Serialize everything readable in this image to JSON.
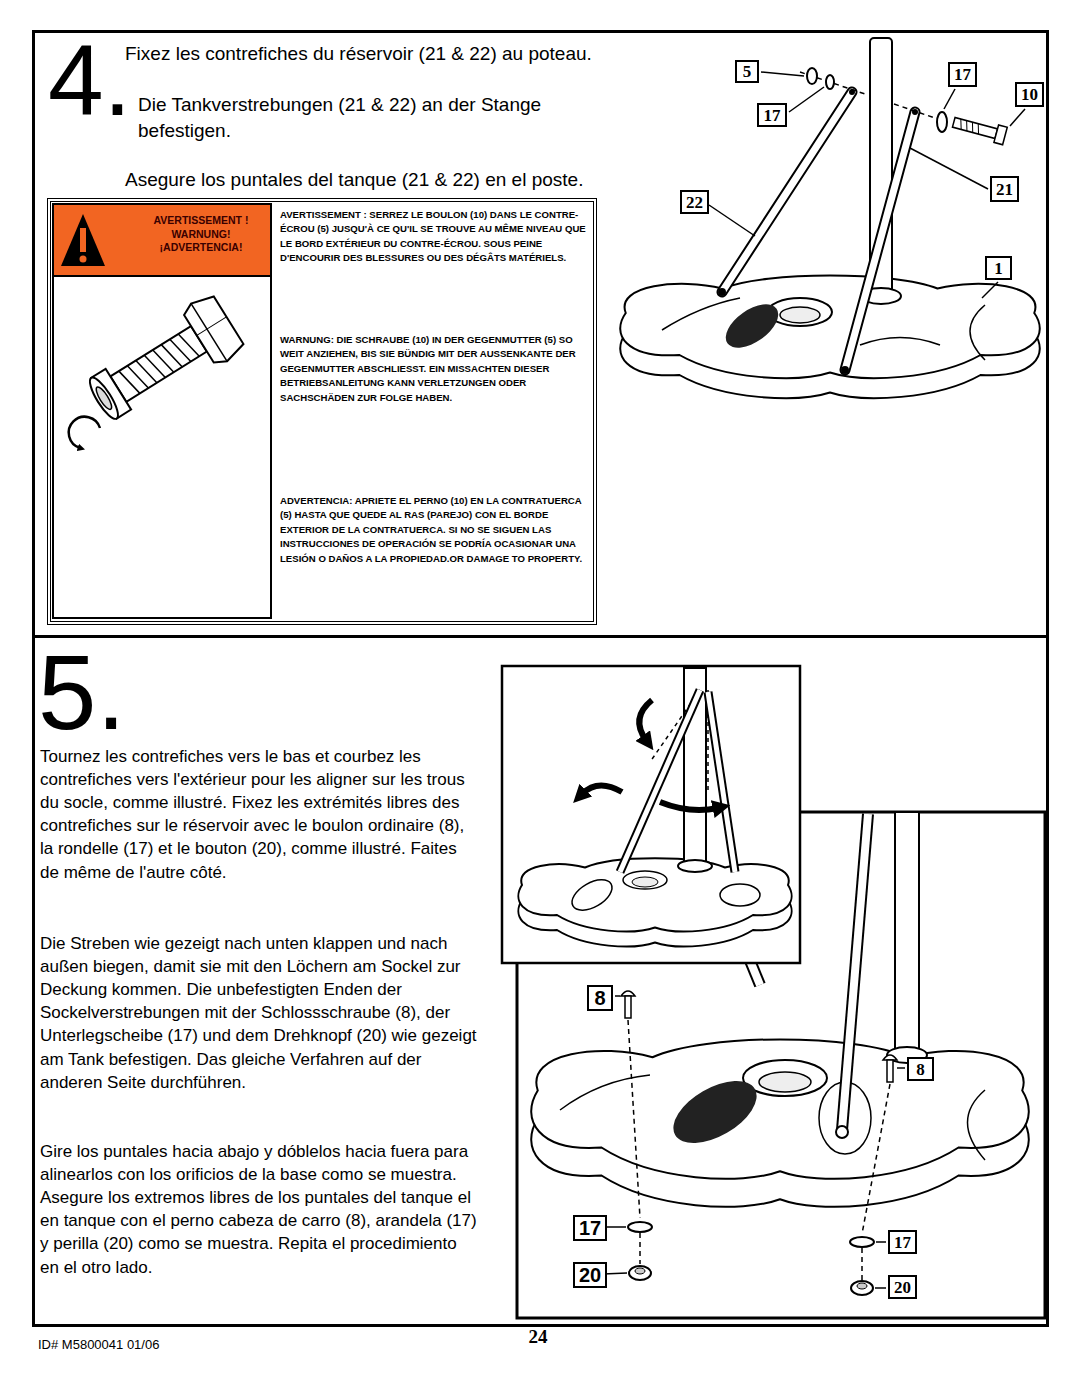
{
  "diagram": {
    "nodes": [
      {
        "text": [
          "4.",
          "Fixez les contrefiches du réservoir (21 & 22) au poteau.",
          "Die Tankverstrebungen (21 & 22) an der Stange befestigen.",
          "Asegure los puntales del tanque (21 & 22) en el poste."
        ]
      },
      {
        "text": [
          "AVERTISSEMENT : SERREZ LE BOULON (10) DANS LE CONTRE-ÉCROU (5) JUSQU'À CE QU'IL SE TROUVE AU MÊME NIVEAU QUE LE BORD EXTÉRIEUR DU CONTRE-ÉCROU. SOUS PEINE D'ENCOURIR DES BLESSURES OU DES DÉGÂTS MATÉRIELS.",
          "WARNUNG: DIE SCHRAUBE (10) IN DER GEGENMUTTER (5) SO WEIT ANZIEHEN, BIS SIE BÜNDIG MIT DER AUSSENKANTE DER GEGENMUTTER ABSCHLIESST. EIN MISSACHTEN DIESER BETRIEBSANLEITUNG KANN VERLETZUNGEN ODER SACHSCHÄDEN ZUR FOLGE HABEN.",
          "ADVERTENCIA: APRIETE EL PERNO (10) EN LA CONTRATUERCA (5) HASTA QUE QUEDE AL RAS (PAREJO) CON EL BORDE EXTERIOR DE LA CONTRATUERCA. SI NO SE SIGUEN LAS INSTRUCCIONES DE OPERACIÓN SE PODRÍA OCASIONAR UNA LESIÓN O DAÑOS A LA PROPIEDAD.OR DAMAGE TO PROPERTY."
        ],
        "in": 0
      },
      {
        "text": [
          "AVERTISSEMENT ! WARNUNG! ¡ADVERTENCIA!"
        ],
        "in": 1
      },
      {
        "text": [
          "5"
        ],
        "in": 0
      },
      {
        "text": [
          "17"
        ],
        "in": 0
      },
      {
        "text": [
          "10"
        ],
        "in": 0
      },
      {
        "text": [
          "17"
        ],
        "in": 0
      },
      {
        "text": [
          "21"
        ],
        "in": 0
      },
      {
        "text": [
          "22"
        ],
        "in": 0
      },
      {
        "text": [
          "1"
        ],
        "in": 0
      },
      {
        "text": [
          "5.",
          "Tournez les contrefiches vers le bas et courbez les contrefiches vers l'extérieur pour les aligner sur les trous du socle, comme illustré. Fixez les extrémités libres des contrefiches sur le réservoir avec le boulon ordinaire (8), la rondelle (17) et le bouton (20), comme illustré. Faites de même de l'autre côté.",
          "Die Streben wie gezeigt nach unten klappen und nach außen biegen, damit sie mit den Löchern am Sockel zur Deckung kommen. Die unbefestigten Enden der Sockelverstrebungen mit der Schlossschraube (8), der Unterlegscheibe (17) und dem Drehknopf (20) wie gezeigt am Tank befestigen. Das gleiche Verfahren auf der anderen Seite durchführen.",
          "Gire los puntales hacia abajo y dóblelos hacia fuera para alinearlos con los orificios de la base como se muestra. Asegure los extremos libres de los puntales del tanque el en tanque con el perno cabeza de carro (8), arandela (17) y perilla (20) como se muestra. Repita el procedimiento en el otro lado."
        ]
      },
      {
        "text": [
          "8"
        ],
        "in": 10
      },
      {
        "text": [
          "8"
        ],
        "in": 10
      },
      {
        "text": [
          "17"
        ],
        "in": 10
      },
      {
        "text": [
          "17"
        ],
        "in": 10
      },
      {
        "text": [
          "20"
        ],
        "in": 10
      },
      {
        "text": [
          "20"
        ],
        "in": 10
      }
    ],
    "labels": [
      "ID# M5800041 01/06",
      "24"
    ]
  }
}
